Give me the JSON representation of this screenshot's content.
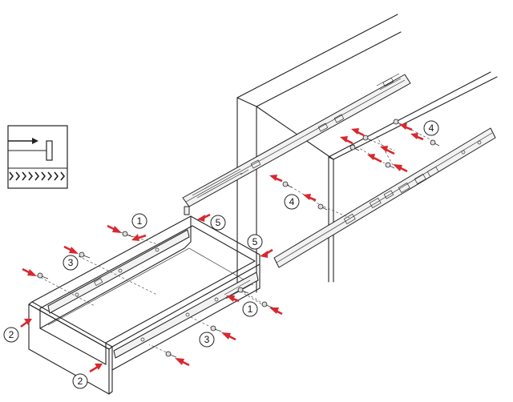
{
  "callouts": {
    "one": "1",
    "two": "2",
    "three": "3",
    "four": "4",
    "five": "5"
  },
  "colors": {
    "arrow": "#d8282f",
    "line": "#222222",
    "background": "#ffffff"
  },
  "icons": {
    "legend": "soft-close-push-legend-icon"
  }
}
